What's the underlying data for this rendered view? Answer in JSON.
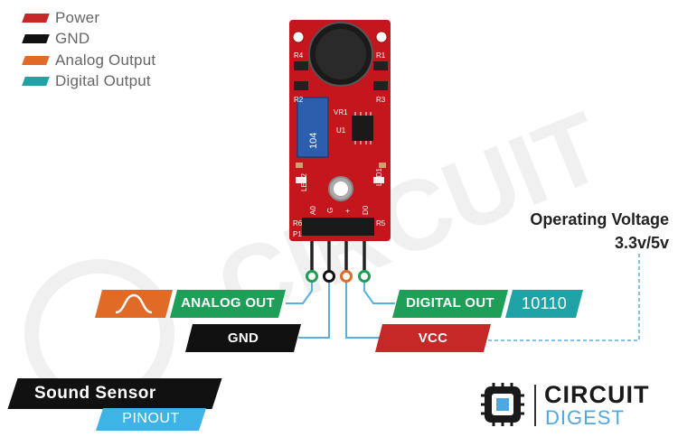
{
  "legend": [
    {
      "label": "Power",
      "color": "#c62828"
    },
    {
      "label": "GND",
      "color": "#111111"
    },
    {
      "label": "Analog Output",
      "color": "#e06a26"
    },
    {
      "label": "Digital Output",
      "color": "#1fa3a6"
    }
  ],
  "board": {
    "labels": {
      "r4": "R4",
      "r1": "R1",
      "r2": "R2",
      "r3": "R3",
      "r5": "R5",
      "r6": "R6",
      "vr1": "VR1",
      "u1": "U1",
      "pot": "104",
      "led2": "LED2",
      "led1": "LED1",
      "p1": "P1",
      "a0": "A0",
      "g": "G",
      "plus": "+",
      "d0": "D0"
    }
  },
  "pins": {
    "analog_out": "ANALOG OUT",
    "gnd": "GND",
    "digital_out": "DIGITAL OUT",
    "digital_value": "10110",
    "vcc": "VCC"
  },
  "operating_voltage": {
    "line1": "Operating Voltage",
    "line2": "3.3v/5v"
  },
  "title": {
    "main": "Sound Sensor",
    "sub": "PINOUT"
  },
  "brand": {
    "word1": "CIRCUIT",
    "word2": "DIGEST"
  },
  "colors": {
    "board": "#c4161c",
    "analog": "#e06a26",
    "green": "#1f9e58",
    "teal": "#1fa3a6",
    "red": "#c62828",
    "wire": "#5ab0dc"
  }
}
